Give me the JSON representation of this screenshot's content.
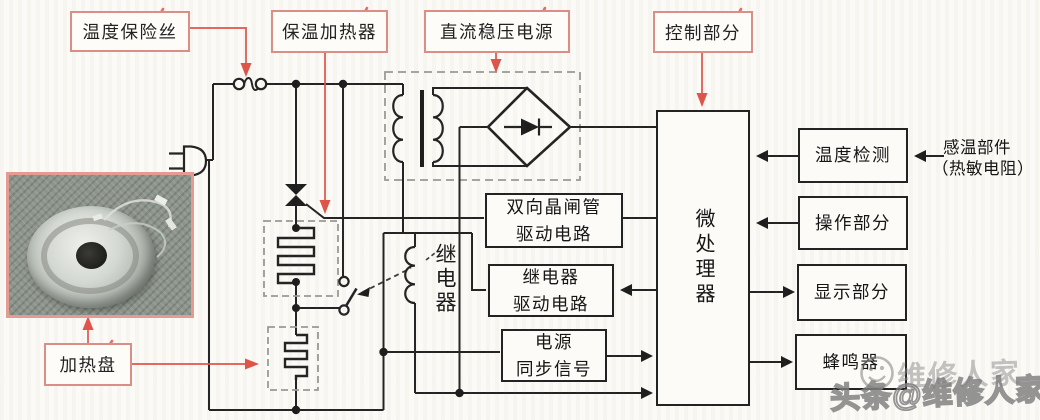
{
  "callouts": {
    "thermal_fuse": "温度保险丝",
    "keep_warm_heater": "保温加热器",
    "dc_power_supply": "直流稳压电源",
    "control_section": "控制部分",
    "heating_plate": "加热盘"
  },
  "blocks": {
    "triac_drive": {
      "line1": "双向晶闸管",
      "line2": "驱动电路"
    },
    "relay_drive": {
      "line1": "继电器",
      "line2": "驱动电路"
    },
    "power_sync": {
      "line1": "电源",
      "line2": "同步信号"
    },
    "temp_detect": "温度检测",
    "operation": "操作部分",
    "display": "显示部分",
    "buzzer": "蜂鸣器",
    "microprocessor": "微处理器"
  },
  "component_labels": {
    "relay": "继电器"
  },
  "annotations": {
    "sensor_line1": "感温部件",
    "sensor_line2": "（热敏电阻）"
  },
  "watermark": {
    "small": "维修人家",
    "large": "头条@维修人家"
  },
  "symbols": {
    "plug": "power-plug-icon",
    "fuse": "fuse-icon",
    "triac": "triac-icon",
    "transformer": "transformer-icon",
    "bridge_rectifier": "bridge-rectifier-icon",
    "relay_coil": "relay-coil-icon",
    "relay_switch": "relay-switch-icon",
    "heater_elements": "heater-element-icon",
    "logo": "swirl-logo-icon"
  },
  "colors": {
    "wire": "#232323",
    "callout_red": "#e0544a",
    "callout_border": "#db8e86",
    "dashed_grey": "#9b9b95",
    "photo_border": "#e49b93",
    "watermark_grey": "#8a8a8a"
  }
}
